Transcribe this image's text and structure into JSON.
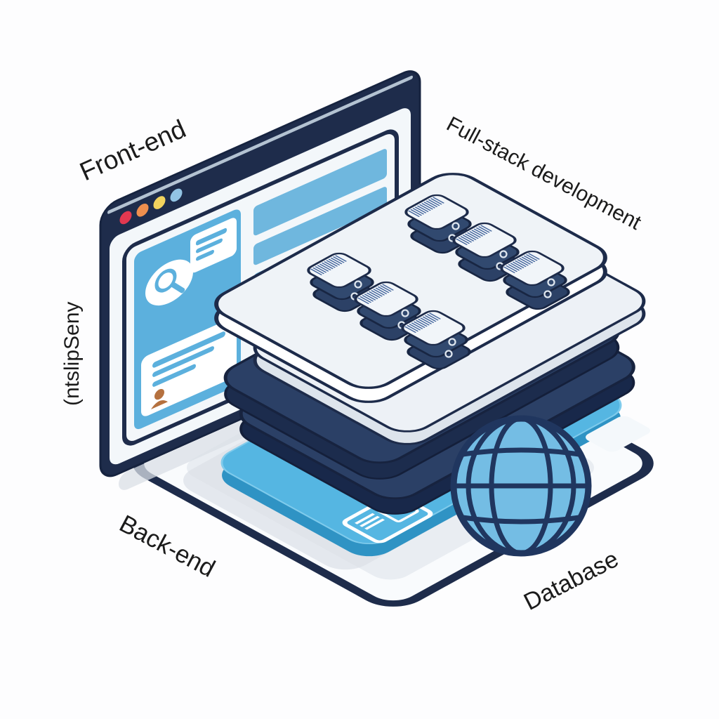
{
  "title": "Full-stack development",
  "labels": {
    "front_end": "Front-end",
    "full_stack": "Full-stack development",
    "back_end": "Back-end",
    "database": "Database",
    "side_vertical": "(ntslipSeny"
  },
  "browser": {
    "traffic_lights": [
      "#e23850",
      "#ef8f4e",
      "#f2d35e",
      "#92c4e4"
    ],
    "frame_color": "#1e2c4b",
    "sidebar_color": "#5cb0dd",
    "content_bar_color": "#6fb7de"
  },
  "stack": {
    "layer_count": 5,
    "layers": [
      {
        "name": "server-platform",
        "color": "#eff3f7"
      },
      {
        "name": "white-platform",
        "color": "#edf1f6"
      },
      {
        "name": "backend-layer-1",
        "color": "#2b4066"
      },
      {
        "name": "backend-layer-2",
        "color": "#2b4066"
      },
      {
        "name": "database-layer",
        "color": "#55b6e2"
      }
    ]
  },
  "servers": {
    "count": 6,
    "body_color": "#2c4166",
    "top_color": "#f1f5f9"
  },
  "globe": {
    "fill": "#74bde4",
    "line_color": "#20365f"
  },
  "base_platform": {
    "fill": "#f9fbfd",
    "border_color": "#1e2c4b"
  },
  "palette": {
    "navy": "#1d2b4a",
    "blue": "#5cb0dd",
    "cyan": "#55b6e2",
    "background": "#fdfdfe",
    "text": "#1b1b1b",
    "accent_orange": "#b5713f"
  }
}
